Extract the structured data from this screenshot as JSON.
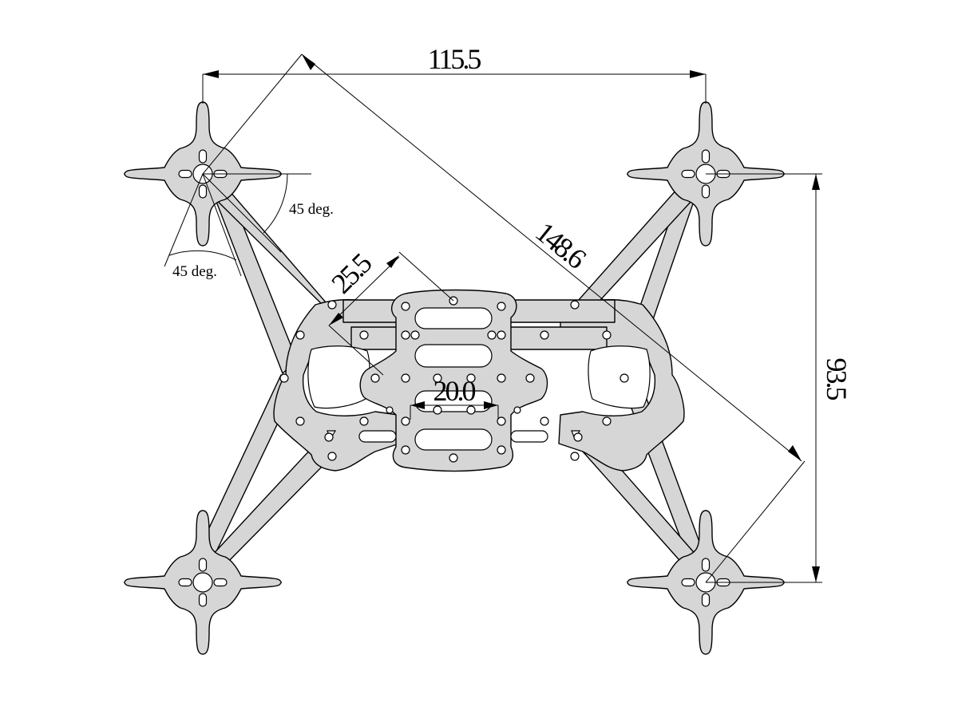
{
  "dimensions": {
    "width_top": "115.5",
    "diagonal": "148.6",
    "height_right": "93.5",
    "stack_offset": "25.5",
    "mount_spacing": "20.0"
  },
  "angles": {
    "upper": "45 deg.",
    "lower": "45 deg."
  }
}
